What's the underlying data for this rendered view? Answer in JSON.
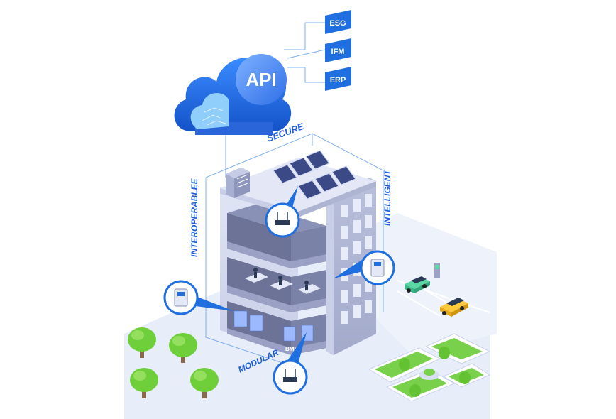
{
  "cloud": {
    "label": "API"
  },
  "integrations": [
    {
      "label": "ESG"
    },
    {
      "label": "IFM"
    },
    {
      "label": "ERP"
    }
  ],
  "features": {
    "secure": "SECURE",
    "intelligent": "INTELLIGENT",
    "interoperable": "INTEROPERABLEE",
    "modular": "MODULAR"
  },
  "equipment": {
    "bms_label": "BMS"
  },
  "colors": {
    "primary_blue": "#1f6fe0",
    "light_blue": "#cfe0ff",
    "ground": "#e6ecf8",
    "tree_green": "#6fcf3a"
  }
}
